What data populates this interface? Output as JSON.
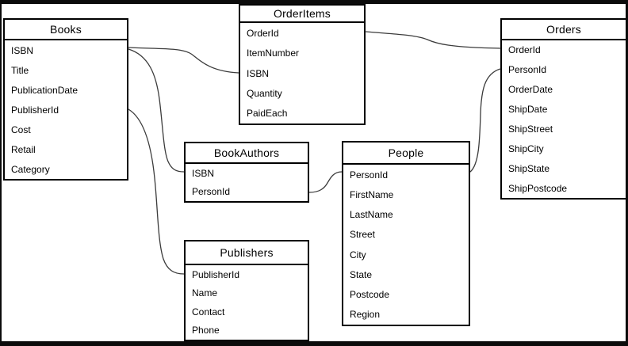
{
  "diagram": {
    "type": "entity-relationship",
    "tables": [
      {
        "title": "Books",
        "fields": [
          "ISBN",
          "Title",
          "PublicationDate",
          "PublisherId",
          "Cost",
          "Retail",
          "Category"
        ]
      },
      {
        "title": "OrderItems",
        "fields": [
          "OrderId",
          "ItemNumber",
          "ISBN",
          "Quantity",
          "PaidEach"
        ]
      },
      {
        "title": "Orders",
        "fields": [
          "OrderId",
          "PersonId",
          "OrderDate",
          "ShipDate",
          "ShipStreet",
          "ShipCity",
          "ShipState",
          "ShipPostcode"
        ]
      },
      {
        "title": "BookAuthors",
        "fields": [
          "ISBN",
          "PersonId"
        ]
      },
      {
        "title": "People",
        "fields": [
          "PersonId",
          "FirstName",
          "LastName",
          "Street",
          "City",
          "State",
          "Postcode",
          "Region"
        ]
      },
      {
        "title": "Publishers",
        "fields": [
          "PublisherId",
          "Name",
          "Contact",
          "Phone"
        ]
      }
    ],
    "relationships": [
      {
        "from": "Books.ISBN",
        "to": "OrderItems.ISBN"
      },
      {
        "from": "Books.ISBN",
        "to": "BookAuthors.ISBN"
      },
      {
        "from": "Books.PublisherId",
        "to": "Publishers.PublisherId"
      },
      {
        "from": "OrderItems.OrderId",
        "to": "Orders.OrderId"
      },
      {
        "from": "BookAuthors.PersonId",
        "to": "People.PersonId"
      },
      {
        "from": "Orders.PersonId",
        "to": "People.PersonId"
      }
    ],
    "colors": {
      "background": "#ffffff",
      "table_border": "#000000",
      "connector": "#3b3b3b",
      "text": "#000000",
      "frame": "#0b0b0b"
    }
  }
}
